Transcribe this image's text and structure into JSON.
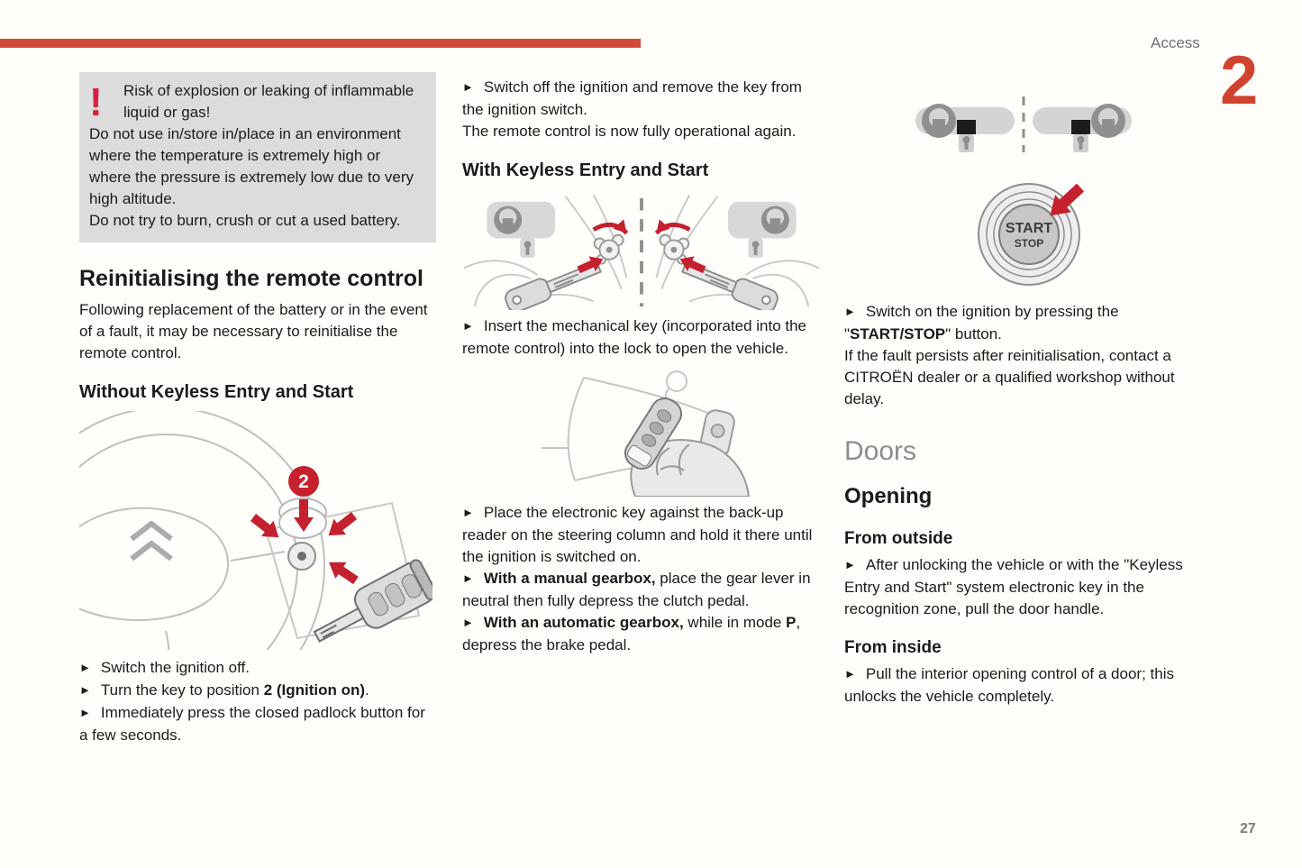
{
  "header": {
    "chapter_label": "Access",
    "chapter_number": "2"
  },
  "footer": {
    "page_number": "27"
  },
  "glyphs": {
    "bullet": "►",
    "warning": "!"
  },
  "accent_colors": {
    "red_bar": "#d24a3c",
    "chapter_red": "#d0432f",
    "arrow_red": "#c5202d",
    "warning_red": "#d6203f"
  },
  "warning_box": {
    "head": "Risk of explosion or leaking of inflammable liquid or gas!",
    "para1": "Do not use in/store in/place in an environment where the temperature is extremely high or where the pressure is extremely low due to very high altitude.",
    "para2": "Do not try to burn, crush or cut a used battery."
  },
  "col1": {
    "title": "Reinitialising the remote control",
    "intro": "Following replacement of the battery or in the event of a fault, it may be necessary to reinitialise the remote control.",
    "subheading": "Without Keyless Entry and Start",
    "illustration_badge": "2",
    "bullet1": [
      {
        "t": "Switch the ignition off."
      }
    ],
    "bullet2": [
      {
        "t": "Turn the key to position "
      },
      {
        "t": "2 (Ignition on)",
        "b": true
      },
      {
        "t": "."
      }
    ],
    "bullet3": [
      {
        "t": "Immediately press the closed padlock button for a few seconds."
      }
    ]
  },
  "col2": {
    "bullet1": [
      {
        "t": "Switch off the ignition and remove the key from the ignition switch."
      }
    ],
    "para1": "The remote control is now fully operational again.",
    "subheading": "With Keyless Entry and Start",
    "bullet2": [
      {
        "t": "Insert the mechanical key (incorporated into the remote control) into the lock to open the vehicle."
      }
    ],
    "bullet3": [
      {
        "t": "Place the electronic key against the back-up reader on the steering column and hold it there until the ignition is switched on."
      }
    ],
    "bullet4": [
      {
        "t": "With a manual gearbox,",
        "b": true
      },
      {
        "t": " place the gear lever in neutral then fully depress the clutch pedal."
      }
    ],
    "bullet5": [
      {
        "t": "With an automatic gearbox,",
        "b": true
      },
      {
        "t": " while in mode "
      },
      {
        "t": "P",
        "b": true
      },
      {
        "t": ", depress the brake pedal."
      }
    ]
  },
  "col3": {
    "start_stop_line1": "START",
    "start_stop_line2": "STOP",
    "bullet1": [
      {
        "t": "Switch on the ignition by pressing the \""
      },
      {
        "t": "START/STOP",
        "b": true
      },
      {
        "t": "\" button."
      }
    ],
    "para1": "If the fault persists after reinitialisation, contact a CITROËN dealer or a qualified workshop without delay.",
    "section_title": "Doors",
    "subheading": "Opening",
    "h3_outside": "From outside",
    "bullet2": [
      {
        "t": "After unlocking the vehicle or with the \"Keyless Entry and Start\" system electronic key in the recognition zone, pull the door handle."
      }
    ],
    "h3_inside": "From inside",
    "bullet3": [
      {
        "t": "Pull the interior opening control of a door; this unlocks the vehicle completely."
      }
    ]
  }
}
